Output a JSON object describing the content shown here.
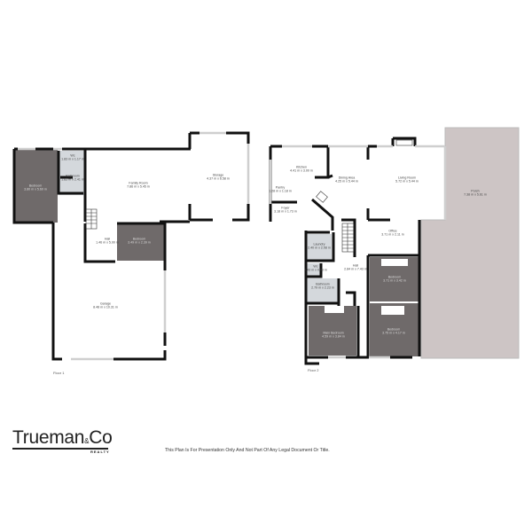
{
  "floors": [
    {
      "label": "Floor 1",
      "rooms": [
        {
          "name": "Bedroom",
          "dims": "3.80 m x 5.60 m"
        },
        {
          "name": "Wc",
          "dims": "1.83 m x 1.17 m"
        },
        {
          "name": "Bathroom",
          "dims": "1.83 m x 2.41 m"
        },
        {
          "name": "Family Room",
          "dims": "7.86 m x 5.45 m"
        },
        {
          "name": "Storage",
          "dims": "4.37 m x 6.58 m"
        },
        {
          "name": "Hall",
          "dims": "1.46 m x 5.00 m"
        },
        {
          "name": "Bedroom",
          "dims": "3.49 m x 2.39 m"
        },
        {
          "name": "Garage",
          "dims": "8.48 m x 10.31 m"
        }
      ]
    },
    {
      "label": "Floor 2",
      "rooms": [
        {
          "name": "Kitchen",
          "dims": "4.41 m x 3.00 m"
        },
        {
          "name": "Dining Area",
          "dims": "4.25 m x 5.44 m"
        },
        {
          "name": "Living Room",
          "dims": "5.72 m x 5.44 m"
        },
        {
          "name": "Porch",
          "dims": "7.38 m x 5.61 m"
        },
        {
          "name": "Pantry",
          "dims": "1.28 m x 1.18 m"
        },
        {
          "name": "Foyer",
          "dims": "3.18 m x 1.73 m"
        },
        {
          "name": "Laundry",
          "dims": "2.40 m x 2.08 m"
        },
        {
          "name": "Office",
          "dims": "3.71 m x 2.11 m"
        },
        {
          "name": "Hall",
          "dims": "2.84 m x 7.43 m"
        },
        {
          "name": "Wc",
          "dims": "2.43 m x 0.98 m"
        },
        {
          "name": "Bedroom",
          "dims": "3.71 m x 3.42 m"
        },
        {
          "name": "Bathroom",
          "dims": "2.79 m x 2.23 m"
        },
        {
          "name": "Main Bedroom",
          "dims": "4.59 m x 3.84 m"
        },
        {
          "name": "Bedroom",
          "dims": "3.75 m x 4.17 m"
        }
      ]
    }
  ],
  "brand": {
    "name": "Trueman",
    "amp": "&",
    "co": "Co",
    "sub": "REALTY"
  },
  "disclaimer": "This Plan Is For Presentation Only And Not Part Of Any Legal Document Or Title.",
  "colors": {
    "bedroom": "#6f6a6a",
    "wet": "#d4d8dc",
    "porch": "#cdc5c5",
    "wall": "#111111"
  }
}
